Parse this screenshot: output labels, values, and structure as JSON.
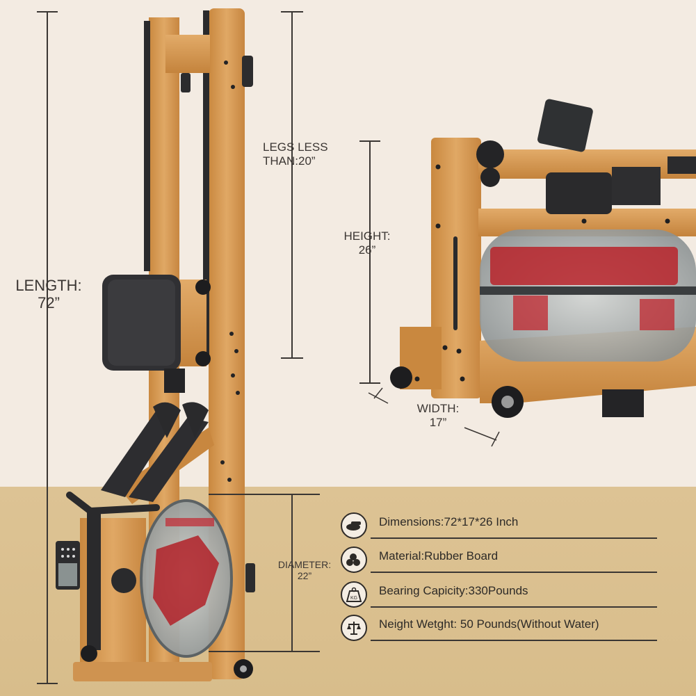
{
  "dimensions": {
    "length": {
      "title": "LENGTH:",
      "value": "72”"
    },
    "legs": {
      "line1": "LEGS LESS",
      "line2": "THAN:20”"
    },
    "height": {
      "title": "HEIGHT:",
      "value": "26”"
    },
    "width": {
      "title": "WIDTH:",
      "value": "17”"
    },
    "diameter": {
      "title": "DIAMETER:",
      "value": "22”"
    }
  },
  "specs": [
    {
      "icon": "dimensions-icon",
      "text": "Dimensions:72*17*26 Inch"
    },
    {
      "icon": "material-icon",
      "text": "Material:Rubber Board"
    },
    {
      "icon": "weight-kg-icon",
      "text": "Bearing Capicity:330Pounds"
    },
    {
      "icon": "scale-icon",
      "text": "Neight Wetght: 50 Pounds(Without Water)"
    }
  ],
  "colors": {
    "background": "#f3ebe2",
    "bottom_band": "#d8bd8b",
    "wood": "#d39a59",
    "wood_dark": "#b87838",
    "tank_red": "#b8232a",
    "rubber": "#2f2f31"
  }
}
